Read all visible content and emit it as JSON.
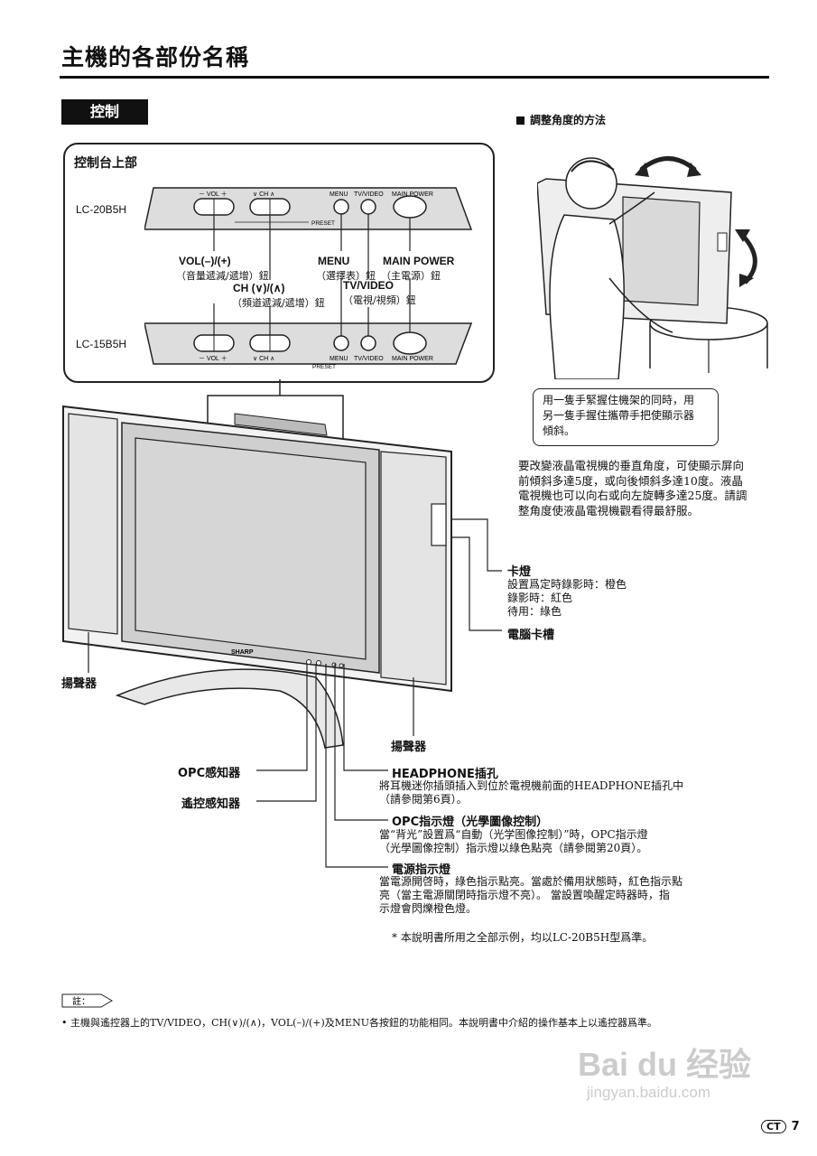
{
  "page": {
    "title": "主機的各部份名稱",
    "section": "控制",
    "page_number": "7",
    "lang_badge": "CT"
  },
  "angle": {
    "heading": "調整角度的方法",
    "bubble": [
      "用一隻手緊握住機架的同時，用",
      "另一隻手握住攜帶手把使顯示器",
      "傾斜。"
    ],
    "para": [
      "要改變液晶電視機的垂直角度，可使顯示屏向",
      "前傾斜多達5度，或向後傾斜多達10度。液晶",
      "電視機也可以向右或向左旋轉多達25度。請調",
      "整角度使液晶電視機觀看得最舒服。"
    ]
  },
  "panel": {
    "title": "控制台上部",
    "model_top": "LC-20B5H",
    "model_bottom": "LC-15B5H",
    "strip_top": {
      "vol": "－ VOL ＋",
      "ch": "∨ CH ∧",
      "menu": "MENU",
      "tvvideo": "TV/VIDEO",
      "power": "MAIN POWER",
      "preset": "PRESET"
    },
    "strip_bottom": {
      "vol": "－ VOL ＋",
      "ch": "∨ CH ∧",
      "menu": "MENU",
      "tvvideo": "TV/VIDEO",
      "power": "MAIN POWER",
      "preset": "PRESET"
    },
    "vol_b": "VOL(–)/(+)",
    "vol_s": "（音量遞減/遞增）鈕",
    "ch_b": "CH (∨)/(∧)",
    "ch_s": "（頻道遞減/遞增）鈕",
    "menu_b": "MENU",
    "menu_s": "（選擇表）鈕",
    "tv_b": "TV/VIDEO",
    "tv_s": "（電視/視頻）鈕",
    "power_b": "MAIN POWER",
    "power_s": "（主電源）鈕"
  },
  "tv": {
    "brand": "SHARP"
  },
  "parts": {
    "card_lamp": {
      "label": "卡燈",
      "lines": [
        "設置爲定時錄影時：橙色",
        "錄影時：紅色",
        "待用：綠色"
      ]
    },
    "pc_slot": "電腦卡槽",
    "speaker_left": "揚聲器",
    "speaker_right": "揚聲器",
    "opc_sensor": "OPC感知器",
    "remote_sensor": "遙控感知器",
    "headphone": {
      "label": "HEADPHONE插孔",
      "lines": [
        "將耳機迷你插頭插入到位於電視機前面的HEADPHONE插孔中",
        "（請參閱第6頁）。"
      ]
    },
    "opc_lamp": {
      "label": "OPC指示燈（光學圖像控制）",
      "lines": [
        "當“背光”設置爲“自動（光学图像控制）”時，OPC指示燈",
        "（光學圖像控制）指示燈以綠色點亮（請參閱第20頁）。"
      ]
    },
    "power_lamp": {
      "label": "電源指示燈",
      "lines": [
        "當電源開啓時，綠色指示點亮。當處於備用狀態時，紅色指示點",
        "亮（當主電源關閉時指示燈不亮）。 當設置喚醒定時器時，指",
        "示燈會閃爍橙色燈。"
      ]
    },
    "footnote": "* 本說明書所用之全部示例，均以LC-20B5H型爲準。"
  },
  "note": {
    "label": "註：",
    "text": "• 主機與遙控器上的TV/VIDEO，CH(∨)/(∧)，VOL(–)/(+)及MENU各按鈕的功能相同。本說明書中介紹的操作基本上以遙控器爲準。"
  },
  "watermark": {
    "logo": "Bai du 经验",
    "url": "jingyan.baidu.com"
  }
}
